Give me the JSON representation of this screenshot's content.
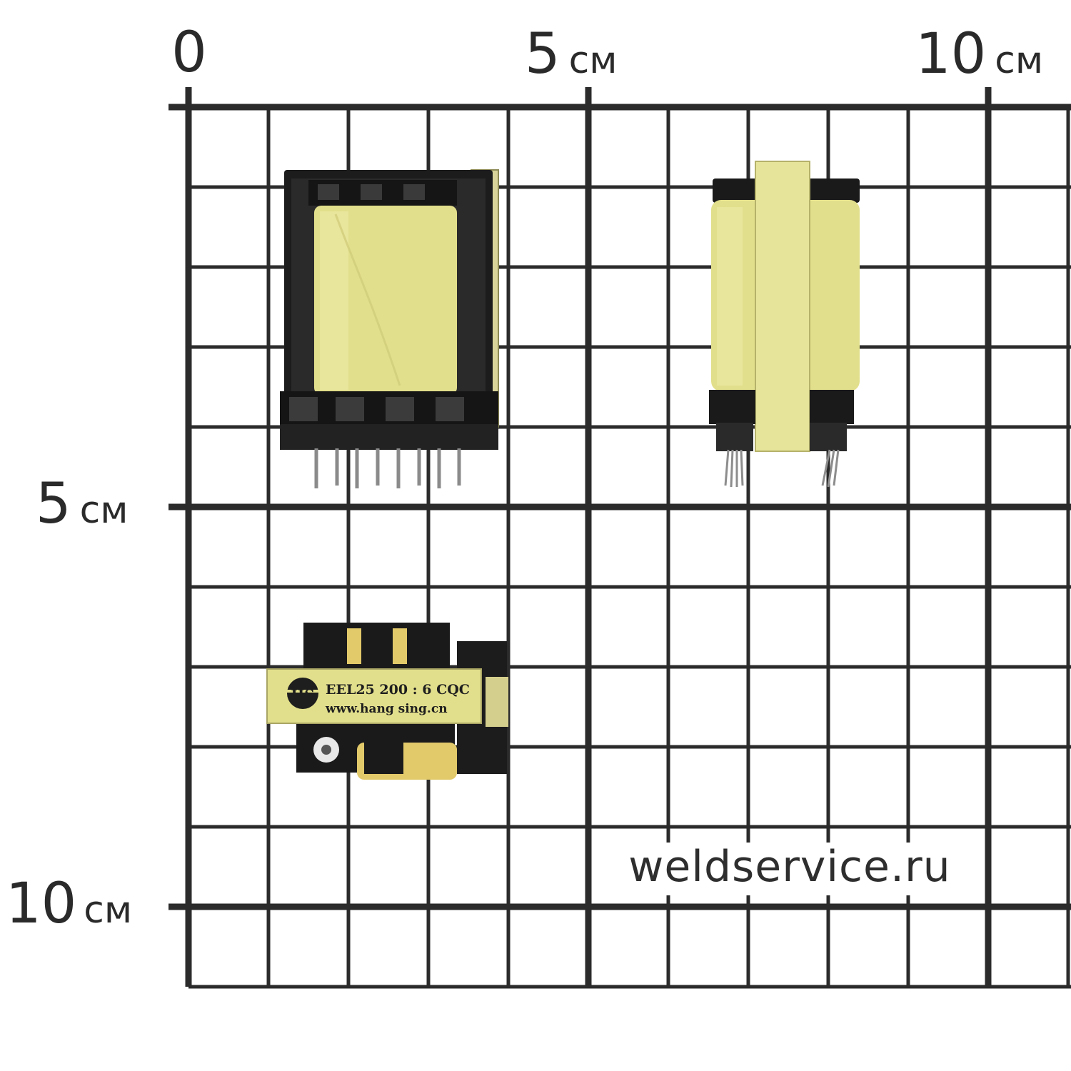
{
  "ruler": {
    "top_labels": [
      {
        "num": "0",
        "unit": ""
      },
      {
        "num": "5",
        "unit": "см"
      },
      {
        "num": "10",
        "unit": "см"
      }
    ],
    "left_labels": [
      {
        "num": "5",
        "unit": "см"
      },
      {
        "num": "10",
        "unit": "см"
      }
    ]
  },
  "watermark": "weldservice.ru",
  "transformer_marking": {
    "logo": "HS",
    "line1": "EEL25  200 : 6  CQC",
    "line2": "www.hang sing.cn"
  },
  "colors": {
    "grid": "#2b2b2b",
    "tape": "#e2df8c",
    "core": "#1c1c1c",
    "background": "#ffffff"
  }
}
